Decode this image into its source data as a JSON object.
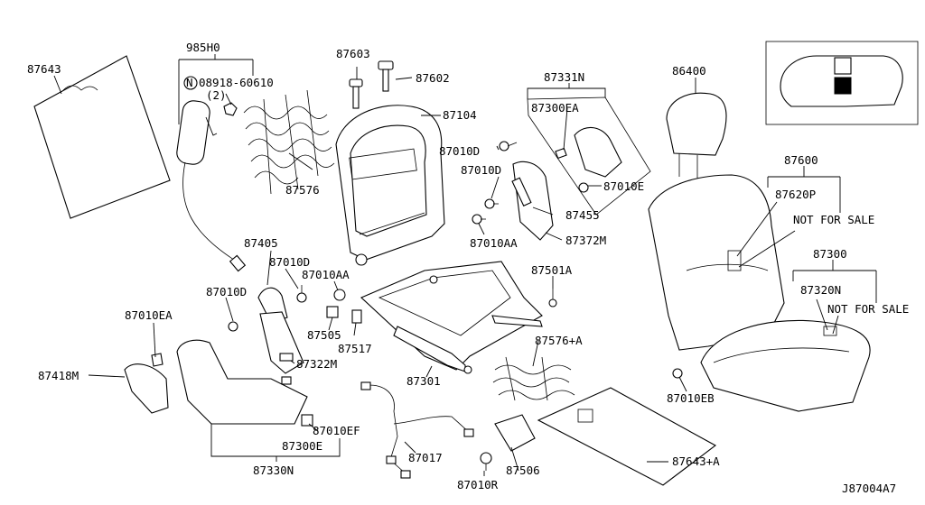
{
  "diagram_code": "J87004A7",
  "labels": {
    "p87643": "87643",
    "p985H0": "985H0",
    "p08918": "08918-60610",
    "qty2": "(2)",
    "n_mark": "N",
    "p87603": "87603",
    "p87602": "87602",
    "p87104": "87104",
    "p87576": "87576",
    "p87331N": "87331N",
    "p87300EA": "87300EA",
    "p87010D_a": "87010D",
    "p87010D_b": "87010D",
    "p87010D_c": "87010D",
    "p87010D_d": "87010D",
    "p87010E": "87010E",
    "p87455": "87455",
    "p87372M": "87372M",
    "p87010AA_a": "87010AA",
    "p87010AA_b": "87010AA",
    "p87405": "87405",
    "p87010EA": "87010EA",
    "p87418M": "87418M",
    "p87322M": "87322M",
    "p87505": "87505",
    "p87517": "87517",
    "p87501A": "87501A",
    "p87576A": "87576+A",
    "p87301": "87301",
    "p87010EF": "87010EF",
    "p87300E": "87300E",
    "p87330N": "87330N",
    "p87017": "87017",
    "p87010R": "87010R",
    "p87506": "87506",
    "p87643A": "87643+A",
    "p86400": "86400",
    "p87600": "87600",
    "p87620P": "87620P",
    "nfs1": "NOT FOR SALE",
    "p87300": "87300",
    "p87320N": "87320N",
    "nfs2": "NOT FOR SALE",
    "p87010EB": "87010EB"
  }
}
